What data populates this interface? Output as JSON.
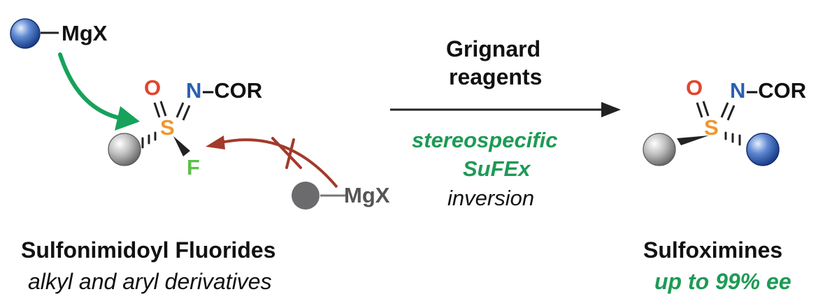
{
  "reagent_top": {
    "text": "MgX"
  },
  "reagent_bottom": {
    "text": "MgX"
  },
  "reactant": {
    "atoms": {
      "o": "O",
      "n": "N",
      "s": "S",
      "f": "F"
    },
    "substituent": "–COR",
    "name": "Sulfonimidoyl Fluorides",
    "subtitle": "alkyl and aryl derivatives"
  },
  "conditions": {
    "line1": "Grignard",
    "line2": "reagents",
    "line3": "stereospecific",
    "line4": "SuFEx",
    "line5": "inversion"
  },
  "product": {
    "atoms": {
      "o": "O",
      "n": "N",
      "s": "S"
    },
    "substituent": "–COR",
    "name": "Sulfoximines",
    "subtitle": "up to 99% ee"
  },
  "colors": {
    "oxygen": "#e0462d",
    "nitrogen": "#2a5fb0",
    "sulfur": "#f0962d",
    "fluorine": "#5cc04a",
    "green_text": "#1e9a55",
    "green_arrow": "#16a25a",
    "red_arrow": "#a33a2a",
    "gray_text": "#555555"
  }
}
